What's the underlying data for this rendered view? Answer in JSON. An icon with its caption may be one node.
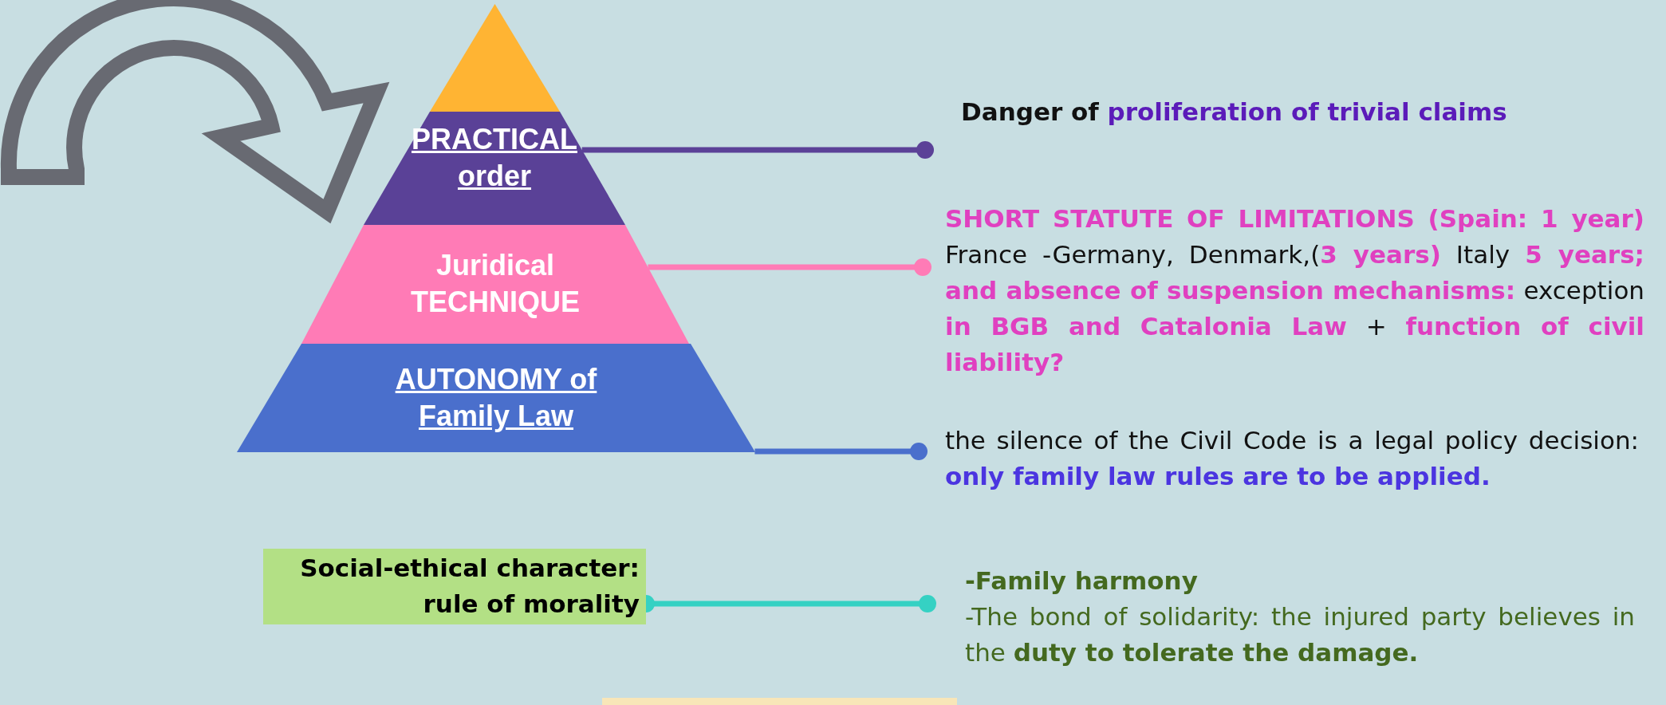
{
  "diagram": {
    "nodes": [
      {
        "text": [],
        "shape": "triangle"
      },
      {
        "text": [
          "PRACTICAL order"
        ]
      },
      {
        "text": [
          "Juridical TECHNIQUE"
        ]
      },
      {
        "text": [
          "AUTONOMY of Family Law"
        ]
      },
      {
        "text": [
          "Danger of **proliferation of trivial claims**"
        ]
      },
      {
        "text": [
          "**SHORT STATUTE OF LIMITATIONS (Spain: 1 year)** France -Germany, Denmark,(**3 years)** Italy **5 years;** **and absence of suspension mechanisms:** exception **in BGB and Catalonia Law** + **function of civil liability?**"
        ]
      },
      {
        "text": [
          "the silence of the Civil Code is a legal policy decision: **only family law rules are to be applied.**"
        ]
      },
      {
        "text": [
          "Social-ethical character: rule of morality"
        ]
      },
      {
        "text": [
          "-Family harmony",
          "-The bond of solidarity: the injured party believes in the **duty to tolerate the damage.**"
        ]
      }
    ],
    "edges": [
      {
        "from": 1,
        "to": 4,
        "arrow": "other",
        "color": "#5b4197"
      },
      {
        "from": 2,
        "to": 5,
        "arrow": "other",
        "color": "#ff7bb6"
      },
      {
        "from": 3,
        "to": 6,
        "arrow": "other",
        "color": "#4a6fcc"
      },
      {
        "from": 7,
        "to": 8,
        "arrow": "other",
        "color": "#35d1c3"
      }
    ]
  }
}
